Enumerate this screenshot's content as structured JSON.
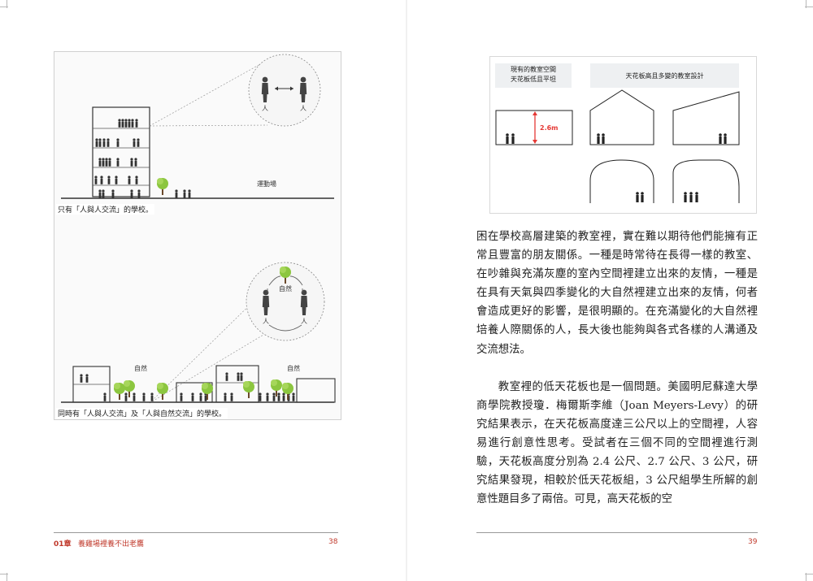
{
  "left_page": {
    "figure_top": {
      "zoom_labels": [
        "人",
        "人"
      ],
      "field_label": "運動場",
      "caption": "只有「人與人交流」的學校。"
    },
    "figure_bottom": {
      "zoom_labels": [
        "自然",
        "人",
        "人"
      ],
      "ground_labels": [
        "自然",
        "自然"
      ],
      "caption": "同時有「人與人交流」及「人與自然交流」的學校。"
    },
    "footer": {
      "chapter": "01章",
      "title": "養雞場裡養不出老鷹",
      "page_number": "38"
    }
  },
  "right_page": {
    "figure": {
      "header_left": [
        "現有的教室空間",
        "天花板低且平坦"
      ],
      "header_right": "天花板高且多變的教室設計",
      "height_label": "2.6m"
    },
    "paragraphs": [
      "困在學校高層建築的教室裡，實在難以期待他們能擁有正常且豐富的朋友關係。一種是時常待在長得一樣的教室、在吵雜與充滿灰塵的室內空間裡建立出來的友情，一種是在具有天氣與四季變化的大自然裡建立出來的友情，何者會造成更好的影響，是很明顯的。在充滿變化的大自然裡培養人際關係的人，長大後也能夠與各式各樣的人溝通及交流想法。",
      "教室裡的低天花板也是一個問題。美國明尼蘇達大學商學院教授瓊．梅爾斯李維（Joan Meyers-Levy）的研究結果表示，在天花板高度達三公尺以上的空間裡，人容易進行創意性思考。受試者在三個不同的空間裡進行測驗，天花板高度分別為 2.4 公尺、2.7 公尺、3 公尺，研究結果發現，相較於低天花板組，3 公尺組學生所解的創意性題目多了兩倍。可見，高天花板的空"
    ],
    "footer": {
      "page_number": "39"
    }
  },
  "colors": {
    "accent": "#c0392b",
    "tree_green": "#8cc63f",
    "arrow_red": "#e53935",
    "silhouette": "#333333"
  }
}
